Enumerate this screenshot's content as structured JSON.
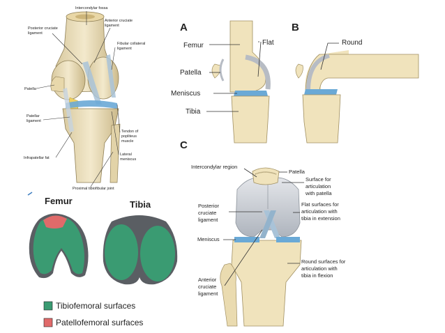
{
  "panel_topleft": {
    "labels": {
      "intercondylar_fossa": "Intercondylar fossa",
      "anterior_cruciate": [
        "Anterior cruciate",
        "ligament"
      ],
      "posterior_cruciate": [
        "Posterior cruciate",
        "ligament"
      ],
      "fibular_collateral": [
        "Fibular collateral",
        "ligament"
      ],
      "patella": "Patella",
      "patellar_ligament": [
        "Patellar",
        "ligament"
      ],
      "tendon_popliteus": [
        "Tendon of",
        "popliteus",
        "muscle"
      ],
      "lateral_meniscus": [
        "Lateral",
        "meniscus"
      ],
      "infrapatellar_fat": "Infrapatellar fat",
      "proximal_tibiofibular": "Proximal tibiofibular joint"
    }
  },
  "panel_ab": {
    "letter_a": "A",
    "letter_b": "B",
    "labels": {
      "femur": "Femur",
      "patella": "Patella",
      "meniscus": "Meniscus",
      "tibia": "Tibia",
      "flat": "Flat",
      "round": "Round"
    }
  },
  "panel_c": {
    "letter_c": "C",
    "labels": {
      "intercondylar_region": "Intercondylar region",
      "patella": "Patella",
      "surface_patella": [
        "Surface for",
        "articulation",
        "with patella"
      ],
      "posterior_cruciate": [
        "Posterior",
        "cruciate",
        "ligament"
      ],
      "flat_surfaces": [
        "Flat surfaces for",
        "articulation with",
        "tibia in extension"
      ],
      "meniscus": "Meniscus",
      "round_surfaces": [
        "Round surfaces for",
        "articulation with",
        "tibia in flexion"
      ],
      "anterior_cruciate": [
        "Anterior",
        "cruciate",
        "ligament"
      ]
    }
  },
  "panel_bottomleft": {
    "femur_title": "Femur",
    "tibia_title": "Tibia",
    "legend": [
      {
        "label": "Tibiofemoral surfaces",
        "color": "#3a9b72"
      },
      {
        "label": "Patellofemoral surfaces",
        "color": "#e06a6a"
      }
    ]
  },
  "colors": {
    "bone": "#efe3bf",
    "cartilage_grey": "#c8ccd2",
    "meniscus_blue": "#6aa9d6",
    "ligament": "#a9c3d8",
    "fat": "#f0d060"
  }
}
